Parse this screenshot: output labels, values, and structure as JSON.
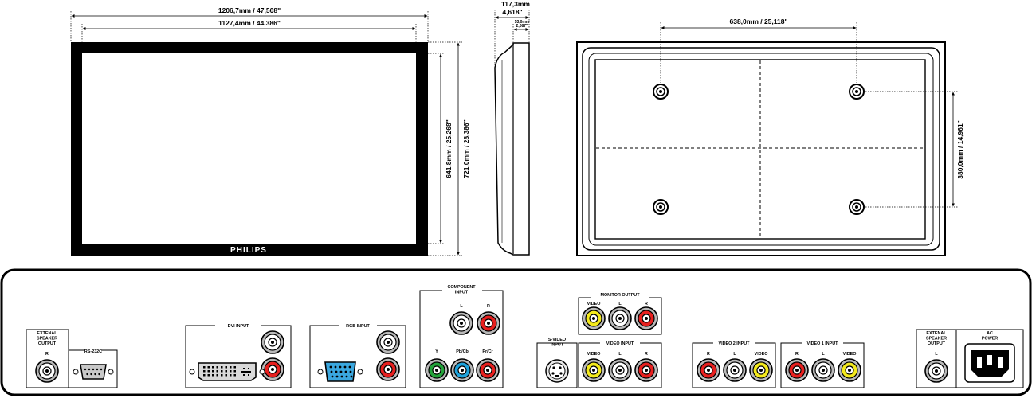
{
  "dimensions": {
    "outer_width": "1206,7mm / 47,508\"",
    "inner_width": "1127,4mm / 44,386\"",
    "inner_height": "641,8mm / 25,268\"",
    "outer_height": "721,0mm / 28,386\"",
    "depth": "117,3mm",
    "depth_in": "4,618\"",
    "bezel_depth": "53,0mm",
    "bezel_depth_in": "2,087\"",
    "mount_width": "638,0mm / 25,118\"",
    "mount_height": "380,0mm / 14,961\""
  },
  "brand": "PHILIPS",
  "connectors": {
    "speaker_left": {
      "title": [
        "EXTENAL",
        "SPEAKER",
        "OUTPUT"
      ],
      "channel": "R"
    },
    "rs232c": "RS-232C",
    "dvi_input": "DVI INPUT",
    "rgb_input": "RGB INPUT",
    "component_input": [
      "COMPONENT",
      "INPUT"
    ],
    "component_labels": [
      "L",
      "R",
      "Y",
      "Pb/Cb",
      "Pr/Cr"
    ],
    "monitor_output": "MONITOR OUTPUT",
    "monitor_labels": [
      "VIDEO",
      "L",
      "R"
    ],
    "svideo_input": [
      "S-VIDEO",
      "INPUT"
    ],
    "video_input": "VIDEO INPUT",
    "video_input_labels": [
      "VIDEO",
      "L",
      "R"
    ],
    "video2_input": "VIDEO 2 INPUT",
    "video2_labels": [
      "R",
      "L",
      "VIDEO"
    ],
    "video1_input": "VIDEO 1 INPUT",
    "video1_labels": [
      "R",
      "L",
      "VIDEO"
    ],
    "speaker_right": {
      "title": [
        "EXTENAL",
        "SPEAKER",
        "OUTPUT"
      ],
      "channel": "L"
    },
    "ac_power": [
      "AC",
      "POWER"
    ]
  },
  "colors": {
    "red": "#e8201f",
    "white": "#ffffff",
    "yellow": "#f4ea1c",
    "green": "#23a33a",
    "blue": "#1ea3dc",
    "gray": "#b9b9b9",
    "dvi": "#d9d9d9",
    "vga": "#3aa7df"
  }
}
